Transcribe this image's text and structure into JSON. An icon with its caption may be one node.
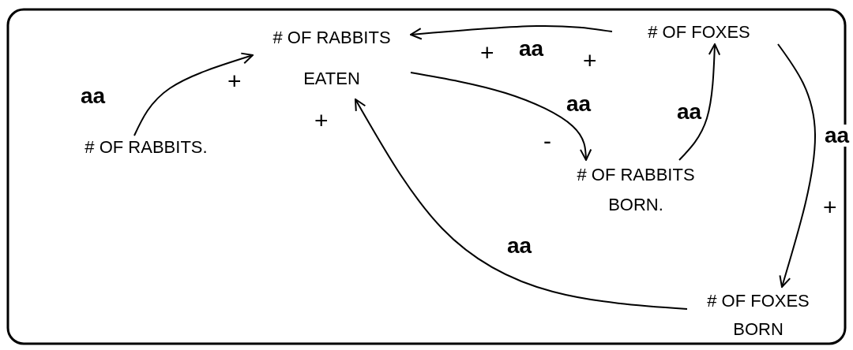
{
  "diagram": {
    "nodes": [
      {
        "text": [
          "# OF RABBITS EATEN"
        ]
      },
      {
        "text": [
          "# OF FOXES"
        ]
      },
      {
        "text": [
          "# OF RABBITS."
        ]
      },
      {
        "text": [
          "# OF RABBITS BORN."
        ]
      },
      {
        "text": [
          "# OF FOXES BORN"
        ]
      }
    ],
    "edges": [
      {
        "from": 2,
        "to": 0,
        "arrow": "to",
        "label": "aa"
      },
      {
        "from": 1,
        "to": 0,
        "arrow": "to",
        "label": "aa"
      },
      {
        "from": 0,
        "to": 3,
        "arrow": "to",
        "label": "aa"
      },
      {
        "from": 3,
        "to": 1,
        "arrow": "to",
        "label": "aa"
      },
      {
        "from": 1,
        "to": 4,
        "arrow": "to",
        "label": "aa"
      },
      {
        "from": 4,
        "to": 0,
        "arrow": "to",
        "label": "aa"
      }
    ],
    "labels": [
      "+",
      "+",
      "+",
      "+",
      "-",
      "+"
    ]
  }
}
